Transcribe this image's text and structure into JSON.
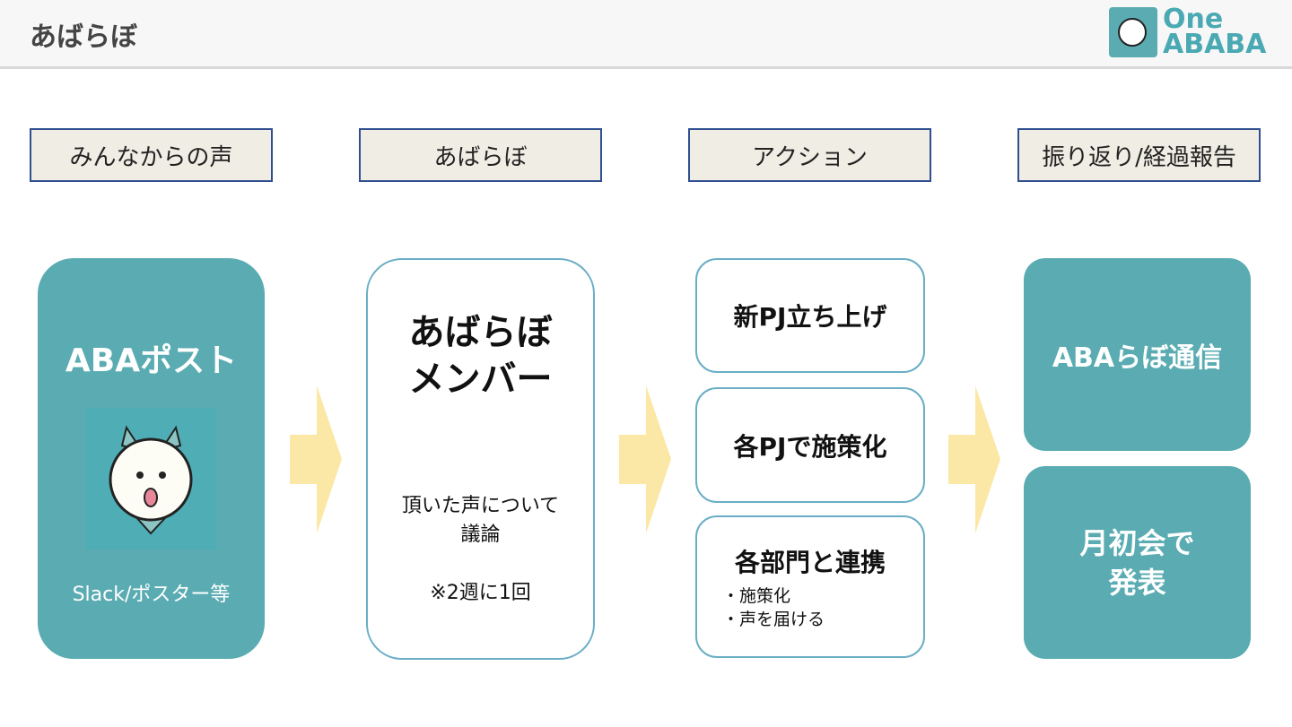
{
  "header": {
    "title": "あばらぼ",
    "logo_text_line1": "One",
    "logo_text_line2": "ABABA"
  },
  "columns": [
    {
      "label": "みんなからの声",
      "title": "ABAポスト",
      "image": "dog-mascot-icon",
      "caption": "Slack/ポスター等"
    },
    {
      "label": "あばらぼ",
      "title_line1": "あばらぼ",
      "title_line2": "メンバー",
      "desc_line1": "頂いた声について",
      "desc_line2": "議論",
      "note": "※2週に1回"
    },
    {
      "label": "アクション",
      "items": [
        {
          "title": "新PJ立ち上げ"
        },
        {
          "title": "各PJで施策化"
        },
        {
          "title": "各部門と連携",
          "bullets": [
            "・施策化",
            "・声を届ける"
          ]
        }
      ]
    },
    {
      "label": "振り返り/経過報告",
      "items": [
        {
          "title": "ABAらぼ通信"
        },
        {
          "title_line1": "月初会で",
          "title_line2": "発表"
        }
      ]
    }
  ],
  "colors": {
    "teal": "#5aacb2",
    "arrow": "#fbe8a6",
    "label_border": "#2f4f8f",
    "label_bg": "#f0ede4"
  }
}
